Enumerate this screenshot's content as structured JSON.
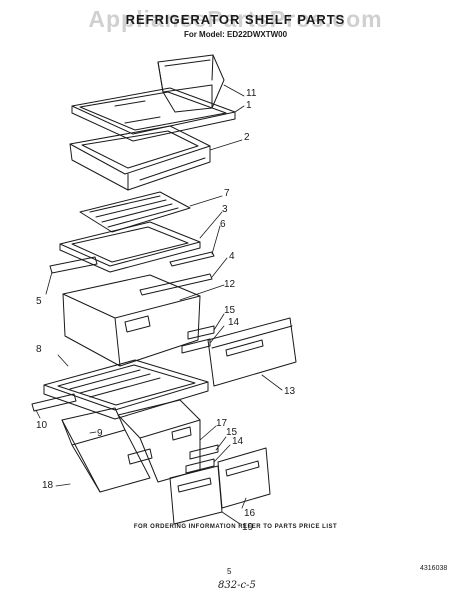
{
  "watermark": "AppliancePartsPros.com",
  "header": {
    "title": "REFRIGERATOR SHELF PARTS",
    "model": "For Model: ED22DWXTW00"
  },
  "callouts": [
    "11",
    "1",
    "2",
    "7",
    "3",
    "6",
    "4",
    "5",
    "12",
    "15",
    "14",
    "8",
    "13",
    "10",
    "17",
    "9",
    "15",
    "14",
    "18",
    "16",
    "19"
  ],
  "footer": {
    "ordering_note": "FOR ORDERING INFORMATION REFER TO PARTS PRICE LIST",
    "page_number": "5",
    "doc_number": "4316038",
    "handwritten": "832-c-5"
  },
  "colors": {
    "ink": "#1a1a1a",
    "watermark": "#c8c8c8"
  }
}
